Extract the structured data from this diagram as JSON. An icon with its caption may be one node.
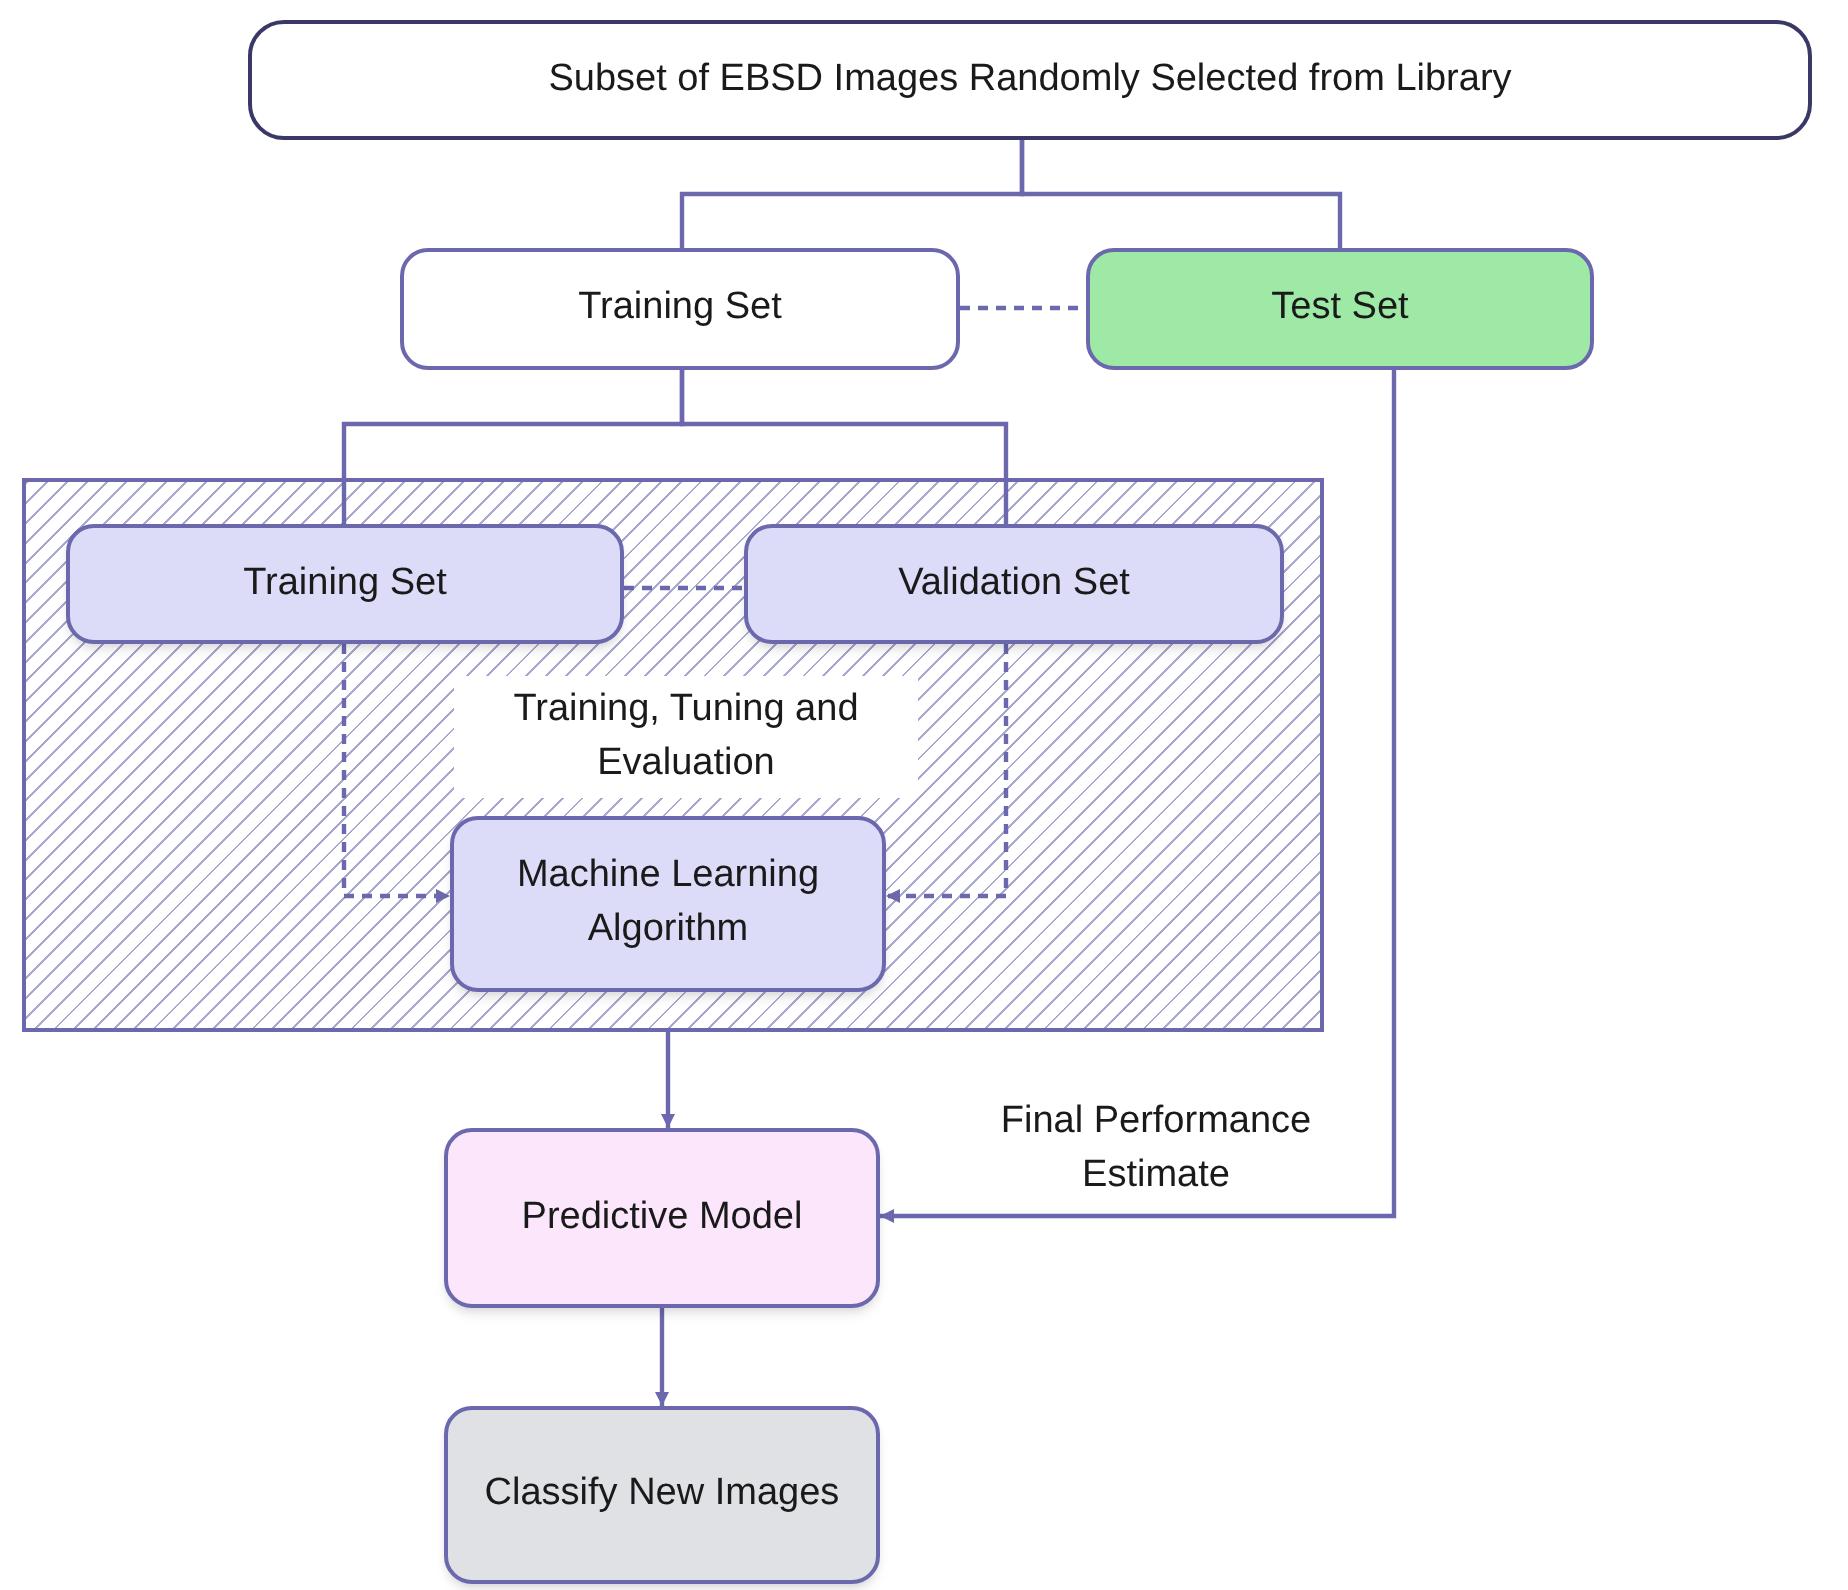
{
  "diagram": {
    "nodes": [
      {
        "text": [
          "Subset of EBSD Images Randomly Selected from Library"
        ]
      },
      {
        "text": [
          "Training Set"
        ]
      },
      {
        "text": [
          "Test Set"
        ]
      },
      {
        "text": [
          "Training, Tuning and Evaluation"
        ]
      },
      {
        "text": [
          "Training Set"
        ],
        "in": 3
      },
      {
        "text": [
          "Validation Set"
        ],
        "in": 3
      },
      {
        "text": [
          "Machine Learning Algorithm"
        ],
        "in": 3
      },
      {
        "text": [
          "Predictive Model"
        ]
      },
      {
        "text": [
          "Classify New Images"
        ]
      }
    ],
    "edges": [
      {
        "from": 0,
        "to": 1,
        "arrow": "none"
      },
      {
        "from": 0,
        "to": 2,
        "arrow": "none"
      },
      {
        "from": 1,
        "to": 2,
        "arrow": "none",
        "style": "dashed"
      },
      {
        "from": 1,
        "to": 4,
        "arrow": "none"
      },
      {
        "from": 1,
        "to": 5,
        "arrow": "none"
      },
      {
        "from": 4,
        "to": 5,
        "arrow": "none",
        "style": "dashed"
      },
      {
        "from": 4,
        "to": 6,
        "arrow": "to",
        "style": "dashed"
      },
      {
        "from": 5,
        "to": 6,
        "arrow": "to",
        "style": "dashed"
      },
      {
        "from": 3,
        "to": 7,
        "arrow": "to"
      },
      {
        "from": 2,
        "to": 7,
        "arrow": "to",
        "label": "Final Performance Estimate"
      },
      {
        "from": 7,
        "to": 8,
        "arrow": "to"
      }
    ]
  }
}
